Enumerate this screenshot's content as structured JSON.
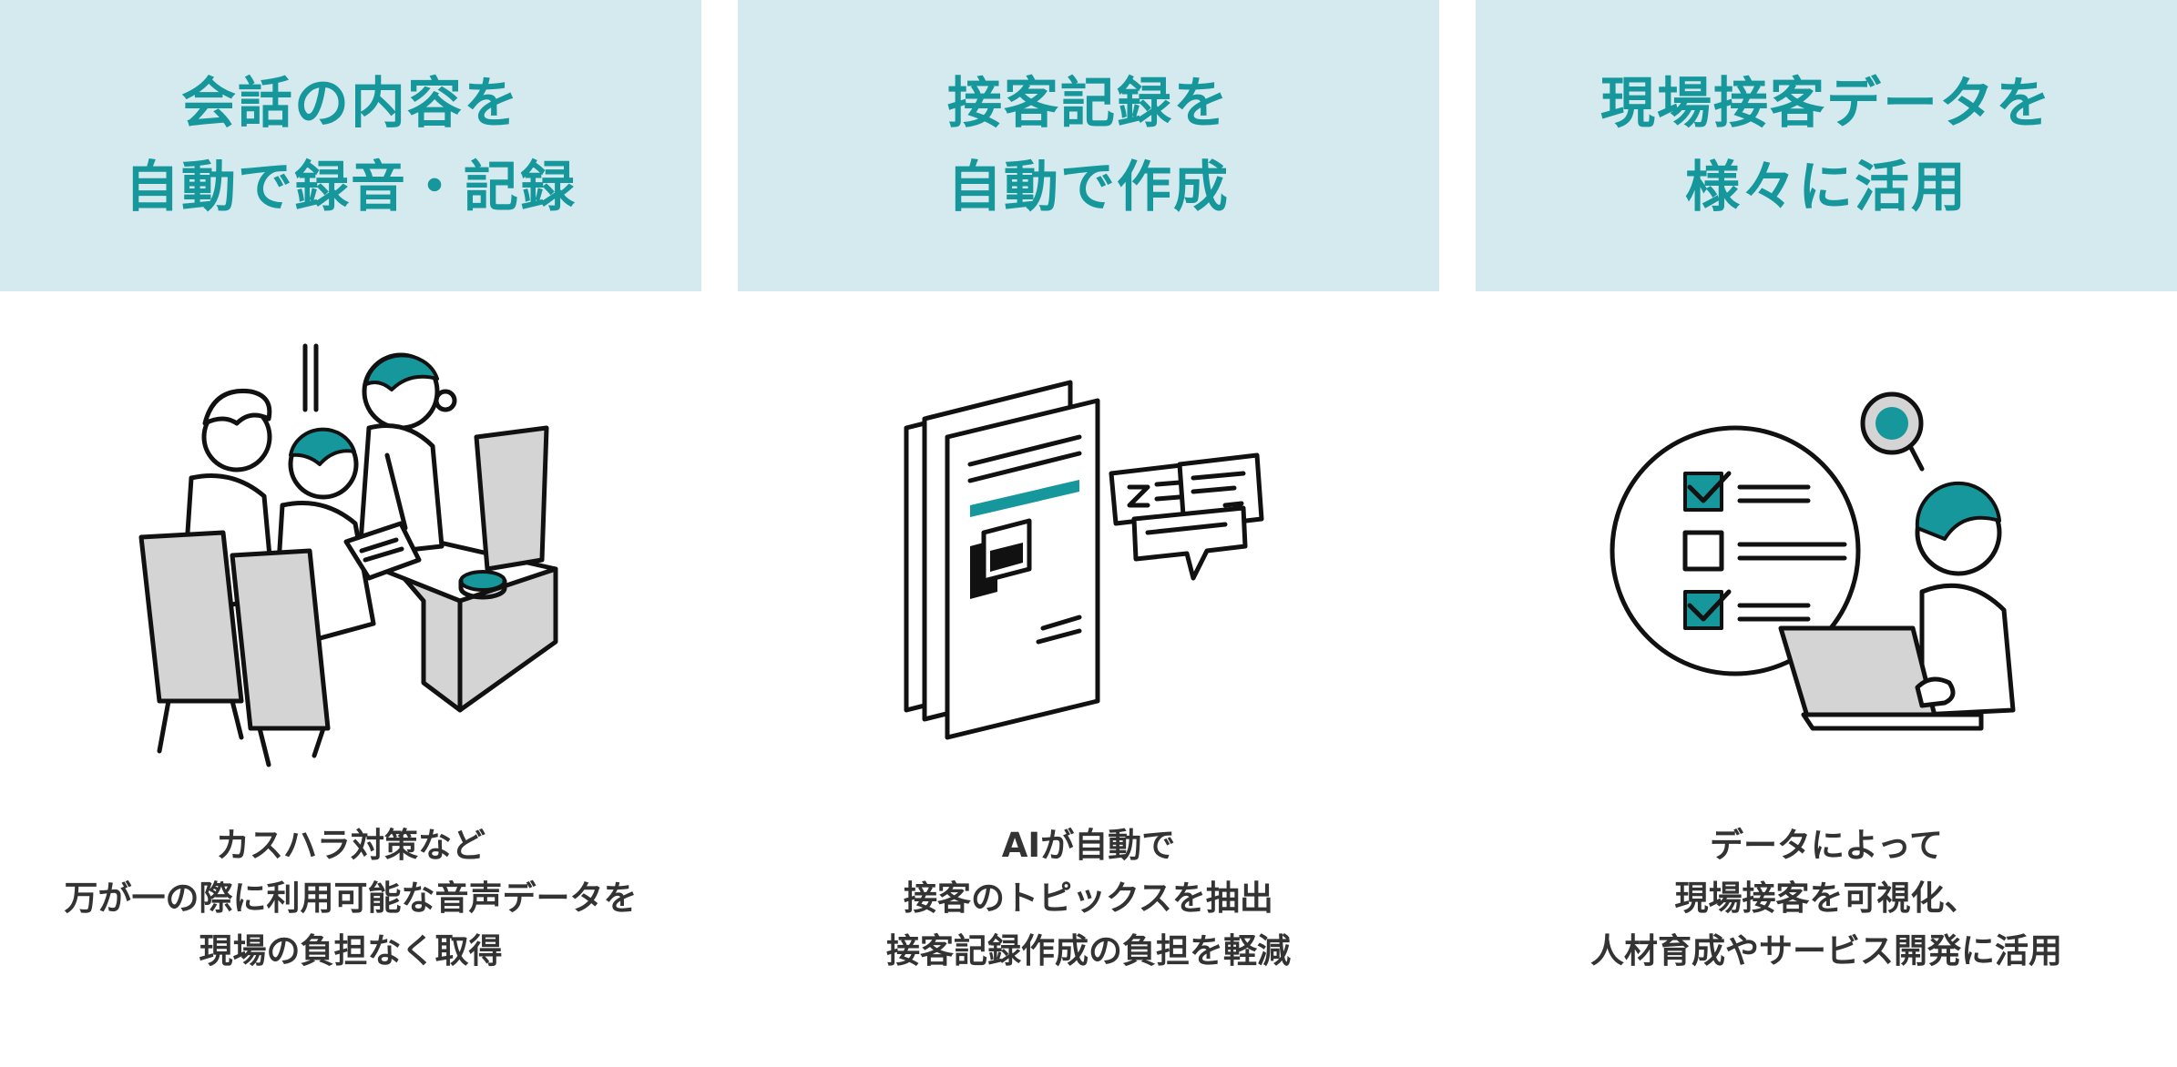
{
  "colors": {
    "accent": "#16979b",
    "header_bg": "#d5eaee",
    "text": "#333333"
  },
  "columns": [
    {
      "title_lines": [
        "会話の内容を",
        "自動で録音・記録"
      ],
      "illustration": "meeting-illustration",
      "desc_lines": [
        "カスハラ対策など",
        "万が一の際に利用可能な音声データを",
        "現場の負担なく取得"
      ]
    },
    {
      "title_lines": [
        "接客記録を",
        "自動で作成"
      ],
      "illustration": "document-illustration",
      "desc_lines": [
        "AIが自動で",
        "接客のトピックスを抽出",
        "接客記録作成の負担を軽減"
      ]
    },
    {
      "title_lines": [
        "現場接客データを",
        "様々に活用"
      ],
      "illustration": "data-analysis-illustration",
      "desc_lines": [
        "データによって",
        "現場接客を可視化、",
        "人材育成やサービス開発に活用"
      ]
    }
  ]
}
